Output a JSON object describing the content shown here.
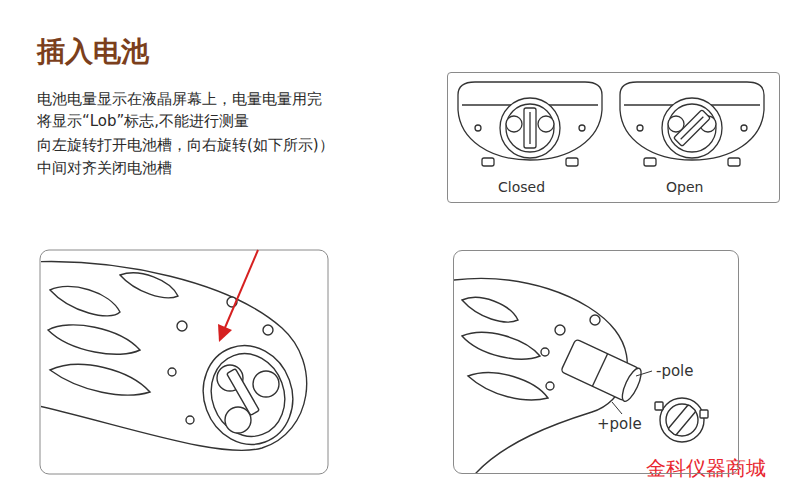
{
  "diagram": {
    "title": "插入电池",
    "nodes": [
      {
        "text": [
          "Closed",
          "Open"
        ]
      },
      {
        "text": [
          "-pole",
          "+pole"
        ]
      }
    ],
    "labels": [
      "电池电量显示在液晶屏幕上，电量电量用完",
      "将显示“Lob”标志,不能进行测量",
      "向左旋转打开电池槽，向右旋转(如下所示)）",
      "中间对齐关闭电池槽",
      "金科仪器商城"
    ]
  }
}
